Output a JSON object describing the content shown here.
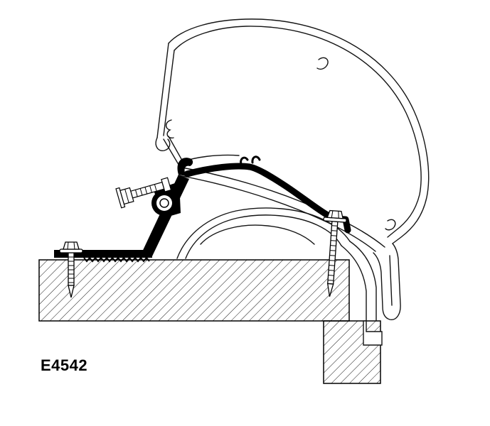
{
  "diagram": {
    "part_number": "E4542",
    "background_color": "#ffffff",
    "stroke_color": "#000000",
    "bracket_fill_color": "#000000",
    "parts": [
      "awning-cassette-profile",
      "adapter-rail-bracket",
      "clamp-bolt",
      "roof-mounting-screw-left",
      "roof-mounting-screw-right",
      "vehicle-roof-cross-section",
      "vehicle-wall-cross-section",
      "roof-molding-profile"
    ]
  }
}
